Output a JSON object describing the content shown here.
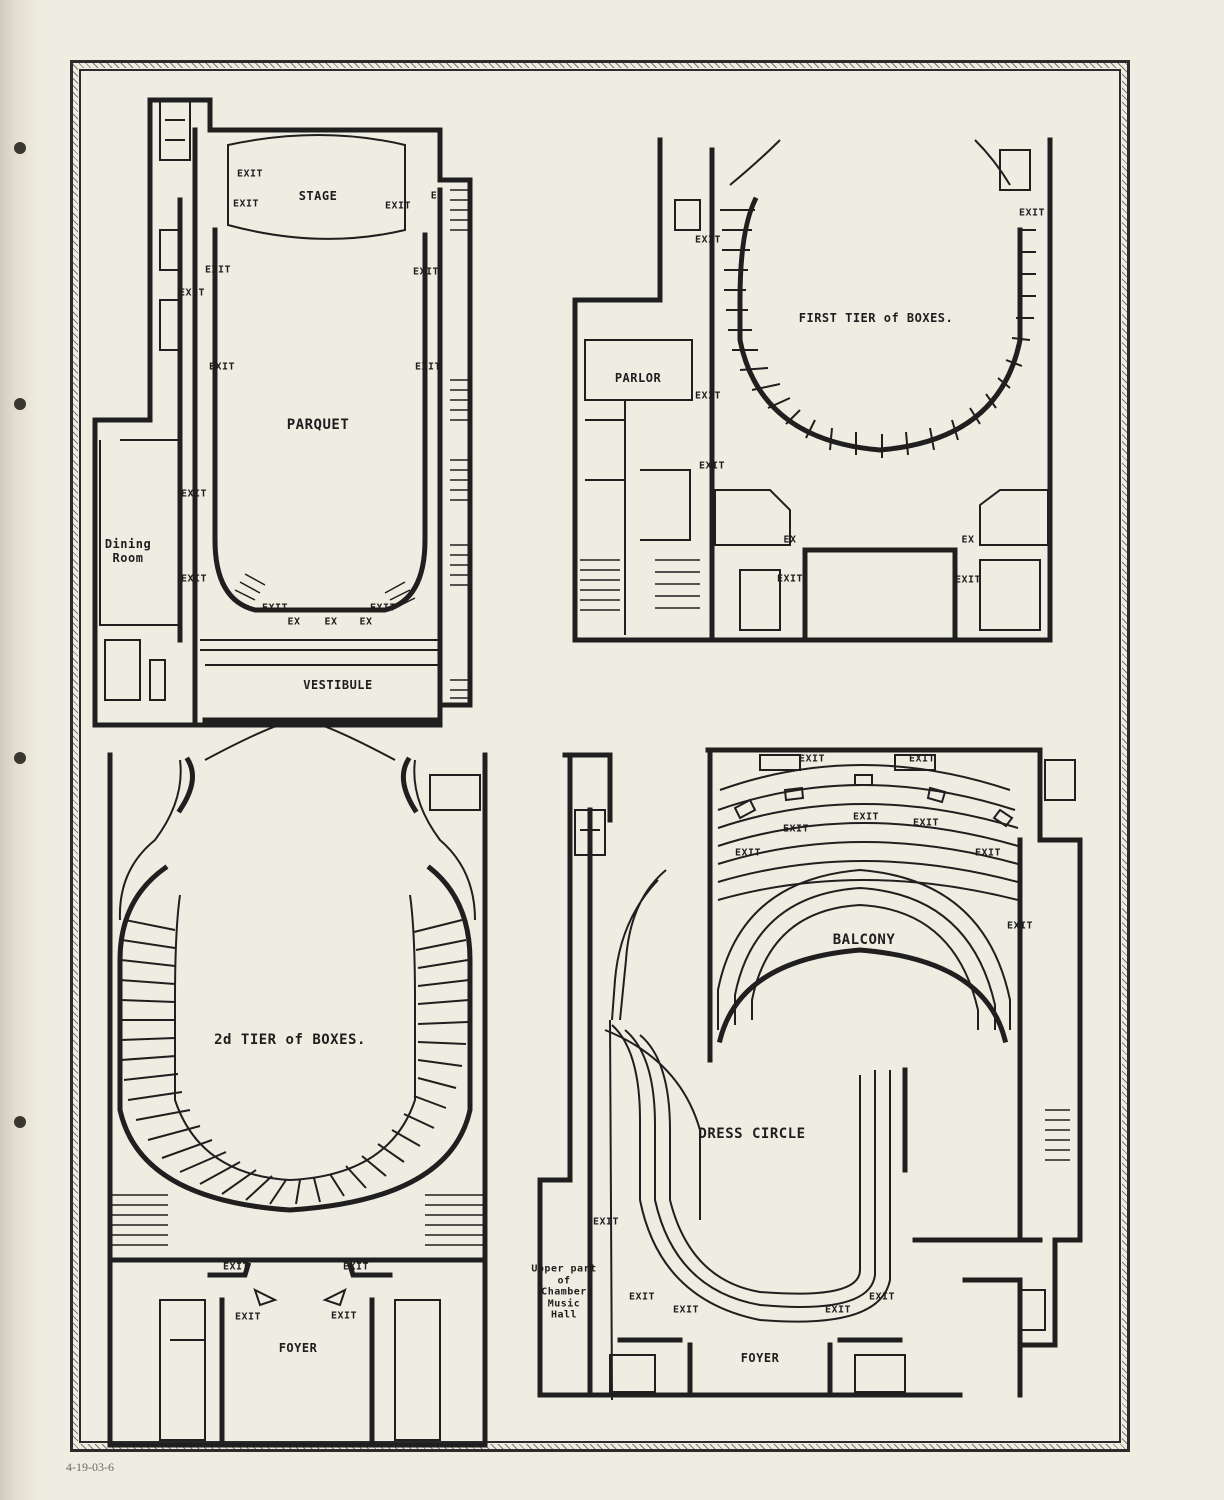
{
  "plans": {
    "parquet": {
      "title": "PARQUET",
      "stage": "STAGE",
      "vestibule": "VESTIBULE",
      "dining_room": "Dining\nRoom",
      "exit": "EXIT",
      "ex": "EX",
      "exit_e": "E"
    },
    "first_tier": {
      "title": "FIRST TIER of BOXES.",
      "parlor": "PARLOR",
      "exit": "EXIT",
      "ex": "EX"
    },
    "second_tier": {
      "title": "2d TIER of BOXES.",
      "foyer": "FOYER",
      "exit": "EXIT"
    },
    "balcony": {
      "title": "BALCONY",
      "dress_circle": "DRESS CIRCLE",
      "foyer": "FOYER",
      "chamber_note": "Upper part\nof\nChamber\nMusic\nHall",
      "exit": "EXIT"
    }
  },
  "stamp": "4-19-03-6"
}
